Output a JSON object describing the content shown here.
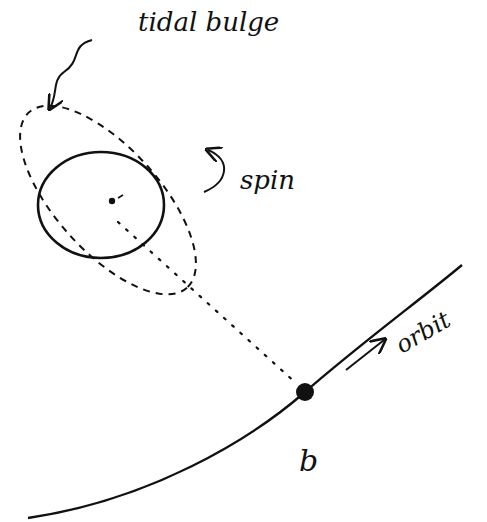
{
  "diagram": {
    "labels": [
      "tidal bulge",
      "spin",
      "orbit",
      "b"
    ]
  }
}
